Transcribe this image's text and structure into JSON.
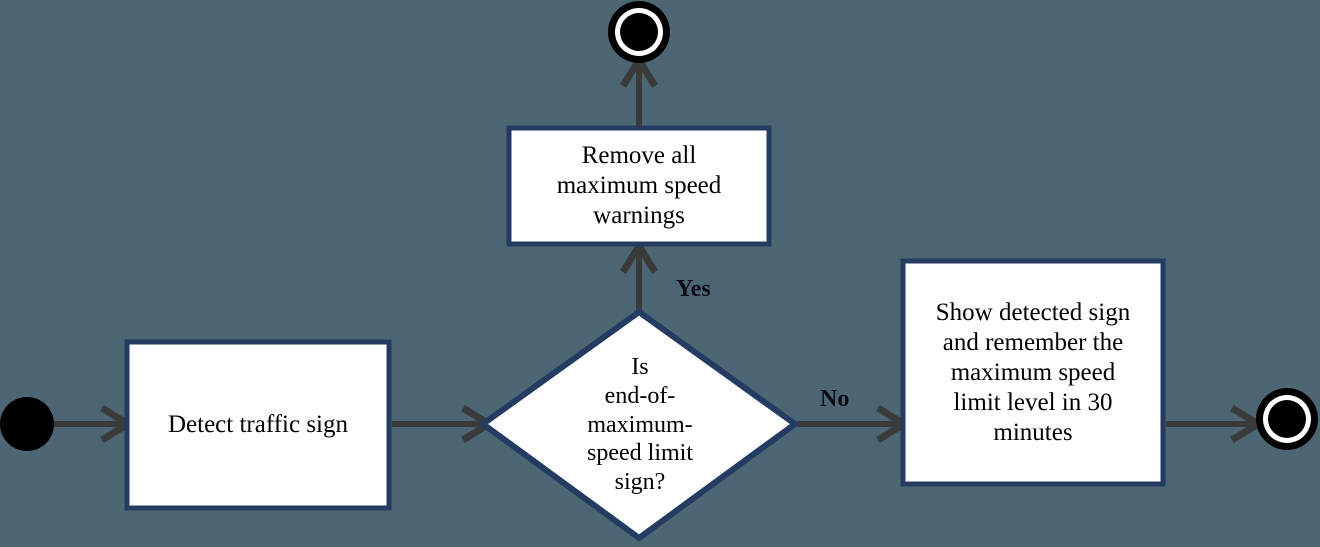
{
  "diagram": {
    "title": "Traffic sign detection flowchart",
    "type": "flowchart",
    "background_color": "#4c6773",
    "node_border_color": "#243b62",
    "node_fill_color": "#ffffff",
    "arrow_color": "#3a3a3a",
    "terminator_color": "#000000"
  },
  "nodes": {
    "start": {
      "kind": "start-node",
      "label": ""
    },
    "detect": {
      "kind": "process",
      "label": "Detect traffic sign"
    },
    "decision": {
      "kind": "decision",
      "label": "Is\nend-of-\nmaximum-\nspeed limit\nsign?"
    },
    "remove": {
      "kind": "process",
      "label": "Remove all\nmaximum speed\nwarnings"
    },
    "show": {
      "kind": "process",
      "label": "Show detected sign\nand remember the\nmaximum speed\nlimit level in 30\nminutes"
    },
    "end_top": {
      "kind": "end-node",
      "label": ""
    },
    "end_right": {
      "kind": "end-node",
      "label": ""
    }
  },
  "edges": {
    "start_to_detect": {
      "label": ""
    },
    "detect_to_decision": {
      "label": ""
    },
    "decision_to_remove": {
      "label": "Yes"
    },
    "decision_to_show": {
      "label": "No"
    },
    "remove_to_end_top": {
      "label": ""
    },
    "show_to_end_right": {
      "label": ""
    }
  }
}
